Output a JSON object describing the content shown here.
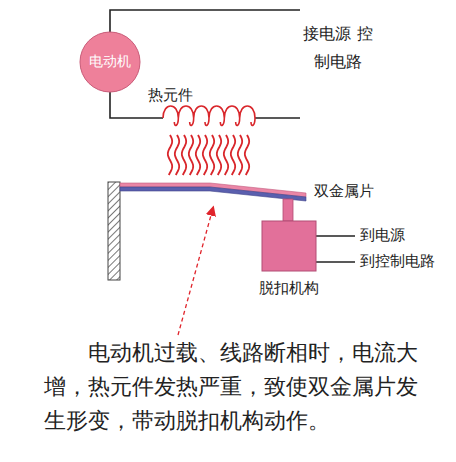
{
  "diagram": {
    "caption": "电动机过载、线路断相时，电流大增，热元件发热严重，致使双金属片发生形变，带动脱扣机构动作。",
    "nodes": [
      {
        "text": [
          "电动机"
        ]
      },
      {
        "text": [
          "脱扣机构"
        ]
      }
    ],
    "labels": [
      "接电源 控制电路",
      "热元件",
      "双金属片",
      "到电源",
      "到控制电路"
    ]
  }
}
